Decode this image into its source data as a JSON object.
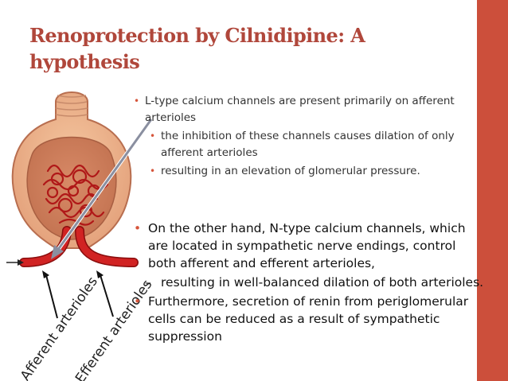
{
  "colors": {
    "title": "#b0473b",
    "accent": "#cc4f3b",
    "bullet": "#d6553b"
  },
  "slide": {
    "title": "Renoprotection by Cilnidipine: A hypothesis",
    "figure": {
      "label_afferent": "Afferent arterioles",
      "label_efferent": "Efferent arterioles"
    },
    "points_top": [
      {
        "text": "L-type calcium channels are present primarily on afferent arterioles"
      },
      {
        "text": " the inhibition of these channels causes dilation of only afferent arterioles"
      },
      {
        "text": "resulting in an elevation of glomerular pressure."
      }
    ],
    "points_bottom": [
      {
        "text": "On the other hand, N-type calcium channels, which are located in sympathetic nerve endings, control both afferent and efferent arterioles,"
      },
      {
        "text": "resulting in well-balanced dilation of both arterioles."
      },
      {
        "text": "Furthermore, secretion of renin from periglomerular cells can be reduced as a result of sympathetic suppression"
      }
    ]
  }
}
